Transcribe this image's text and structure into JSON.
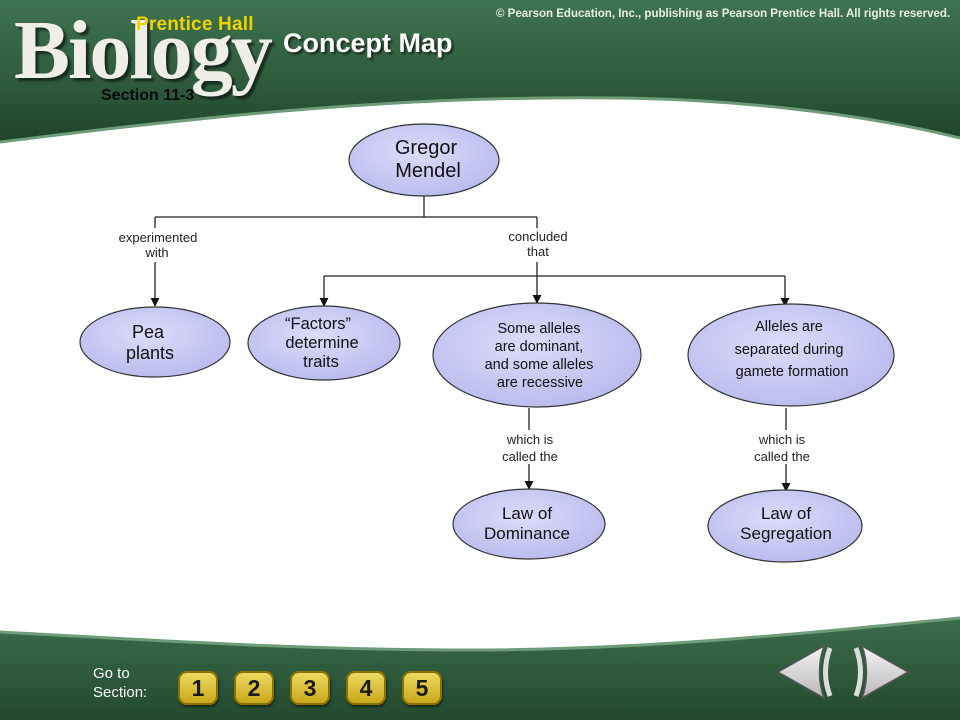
{
  "header": {
    "copyright": "© Pearson Education, Inc., publishing as Pearson Prentice Hall. All rights reserved.",
    "brand_publisher": "Prentice Hall",
    "brand_title": "Biology",
    "title": "Concept Map",
    "section": "Section 11-3"
  },
  "diagram": {
    "root": [
      "Gregor",
      "Mendel"
    ],
    "links": {
      "experimented": [
        "experimented",
        "with"
      ],
      "concluded": [
        "concluded",
        "that"
      ],
      "called_1": [
        "which is",
        "called the"
      ],
      "called_2": [
        "which is",
        "called the"
      ]
    },
    "nodes": {
      "pea": [
        "Pea",
        "plants"
      ],
      "factors": [
        "“Factors”",
        "determine",
        "traits"
      ],
      "dominant": [
        "Some alleles",
        "are dominant,",
        "and some alleles",
        "are recessive"
      ],
      "separated": [
        "Alleles are",
        "separated during",
        "gamete formation"
      ],
      "dominance": [
        "Law of",
        "Dominance"
      ],
      "segregation": [
        "Law of",
        "Segregation"
      ]
    }
  },
  "footer": {
    "goto": "Go to Section:",
    "sections": [
      "1",
      "2",
      "3",
      "4",
      "5"
    ]
  },
  "colors": {
    "banner_green": "#2f5e3c",
    "node_fill": "#c9c9f4",
    "button_gold": "#d8bb2a"
  }
}
